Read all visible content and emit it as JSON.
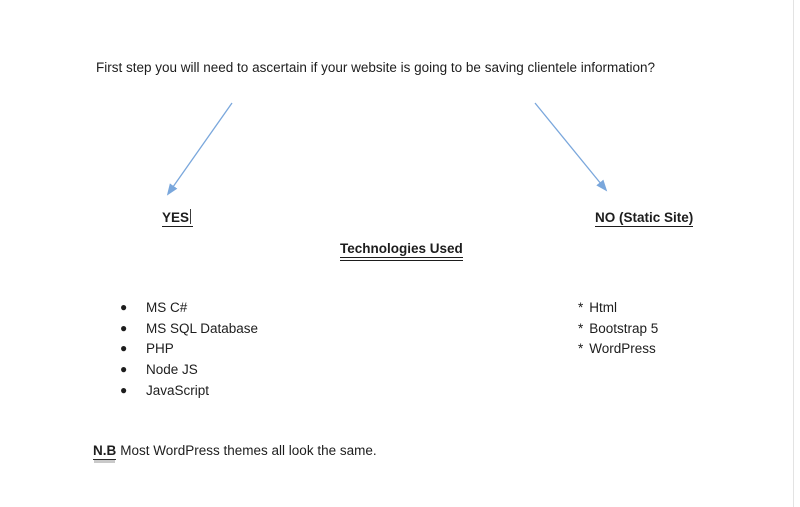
{
  "document": {
    "question": "First step you will need to ascertain if your website is going to be saving clientele information?"
  },
  "branches": {
    "yes_label": "YES",
    "no_label": "NO (Static Site)"
  },
  "section": {
    "title": "Technologies Used"
  },
  "lists": {
    "yes": {
      "bullet": "●",
      "items": [
        "MS C#",
        "MS SQL Database",
        "PHP",
        "Node JS",
        "JavaScript"
      ]
    },
    "no": {
      "marker": "*",
      "items": [
        "Html",
        "Bootstrap 5",
        "WordPress"
      ]
    }
  },
  "note": {
    "prefix": "N.B",
    "text": "Most WordPress themes all look the same."
  },
  "colors": {
    "arrow": "#7aa7dc",
    "text": "#1d1d1d",
    "page_edge": "#e3e3e3"
  }
}
